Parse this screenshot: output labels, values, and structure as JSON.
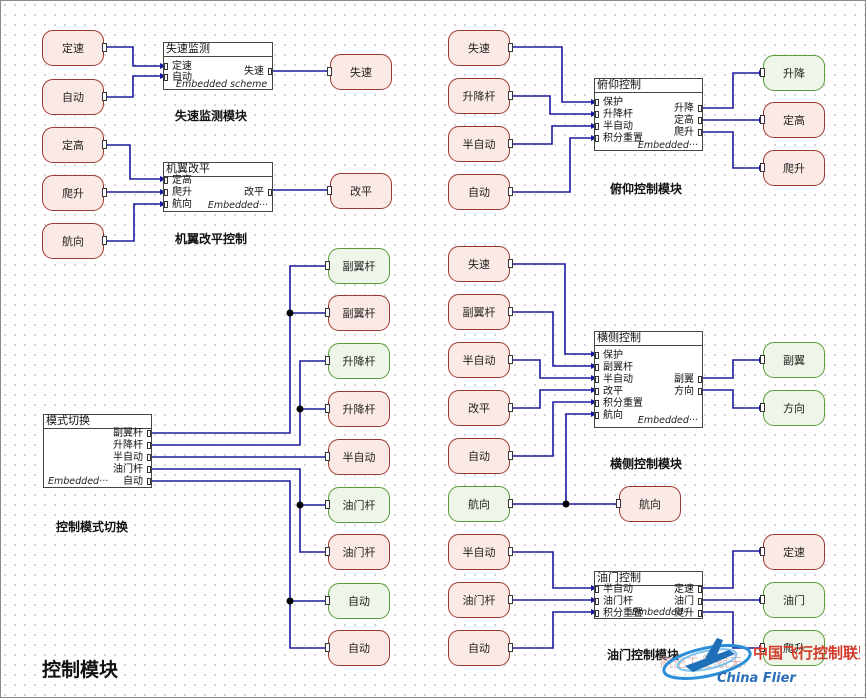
{
  "title": "控制模块",
  "watermark": "航空工业 航天",
  "logo_text": "中国飞行控制联盟",
  "blocks": {
    "shisu": {
      "title": "失速监测",
      "caption": "失速监测模块",
      "inputs": [
        "定速",
        "自动"
      ],
      "outputs": [
        "失速"
      ],
      "embedded": "Embedded scheme",
      "in_pills": [
        "定速",
        "自动"
      ],
      "out_pills": [
        "失速"
      ]
    },
    "jiyi": {
      "title": "机翼改平",
      "caption": "机翼改平控制",
      "inputs": [
        "定高",
        "爬升",
        "航向"
      ],
      "outputs": [
        "改平"
      ],
      "embedded": "Embedded···",
      "in_pills": [
        "定高",
        "爬升",
        "航向"
      ],
      "out_pills": [
        "改平"
      ]
    },
    "moshi": {
      "title": "模式切换",
      "caption": "控制模式切换",
      "outputs": [
        "副翼杆",
        "升降杆",
        "半自动",
        "油门杆",
        "自动"
      ],
      "embedded": "Embedded···",
      "out_pills": [
        "副翼杆",
        "副翼杆",
        "升降杆",
        "升降杆",
        "半自动",
        "油门杆",
        "油门杆",
        "自动",
        "自动"
      ]
    },
    "fuyang": {
      "title": "俯仰控制",
      "caption": "俯仰控制模块",
      "inputs": [
        "保护",
        "升降杆",
        "半自动",
        "积分重置"
      ],
      "outputs": [
        "升降",
        "定高",
        "爬升"
      ],
      "embedded": "Embedded···",
      "in_pills": [
        "失速",
        "升降杆",
        "半自动",
        "自动"
      ],
      "out_pills": [
        "升降",
        "定高",
        "爬升"
      ]
    },
    "hengce": {
      "title": "横侧控制",
      "caption": "横侧控制模块",
      "inputs": [
        "保护",
        "副翼杆",
        "半自动",
        "改平",
        "积分重置",
        "航向"
      ],
      "outputs": [
        "副翼",
        "方向"
      ],
      "embedded": "Embedded···",
      "in_pills": [
        "失速",
        "副翼杆",
        "半自动",
        "改平",
        "自动",
        "航向"
      ],
      "out_pills": [
        "副翼",
        "方向",
        "航向"
      ]
    },
    "youmen": {
      "title": "油门控制",
      "caption": "油门控制模块",
      "inputs": [
        "半自动",
        "油门杆",
        "积分重置"
      ],
      "outputs": [
        "定速",
        "油门",
        "爬升"
      ],
      "embedded": "Embedded···",
      "in_pills": [
        "半自动",
        "油门杆",
        "自动"
      ],
      "out_pills": [
        "定速",
        "油门",
        "爬升"
      ]
    }
  },
  "colors": {
    "wire": "#1a1aa0",
    "input_fill": "#fbe9e5",
    "input_border": "#9b3a32",
    "output_fill": "#edf6e8",
    "output_border": "#5a9a3a"
  }
}
